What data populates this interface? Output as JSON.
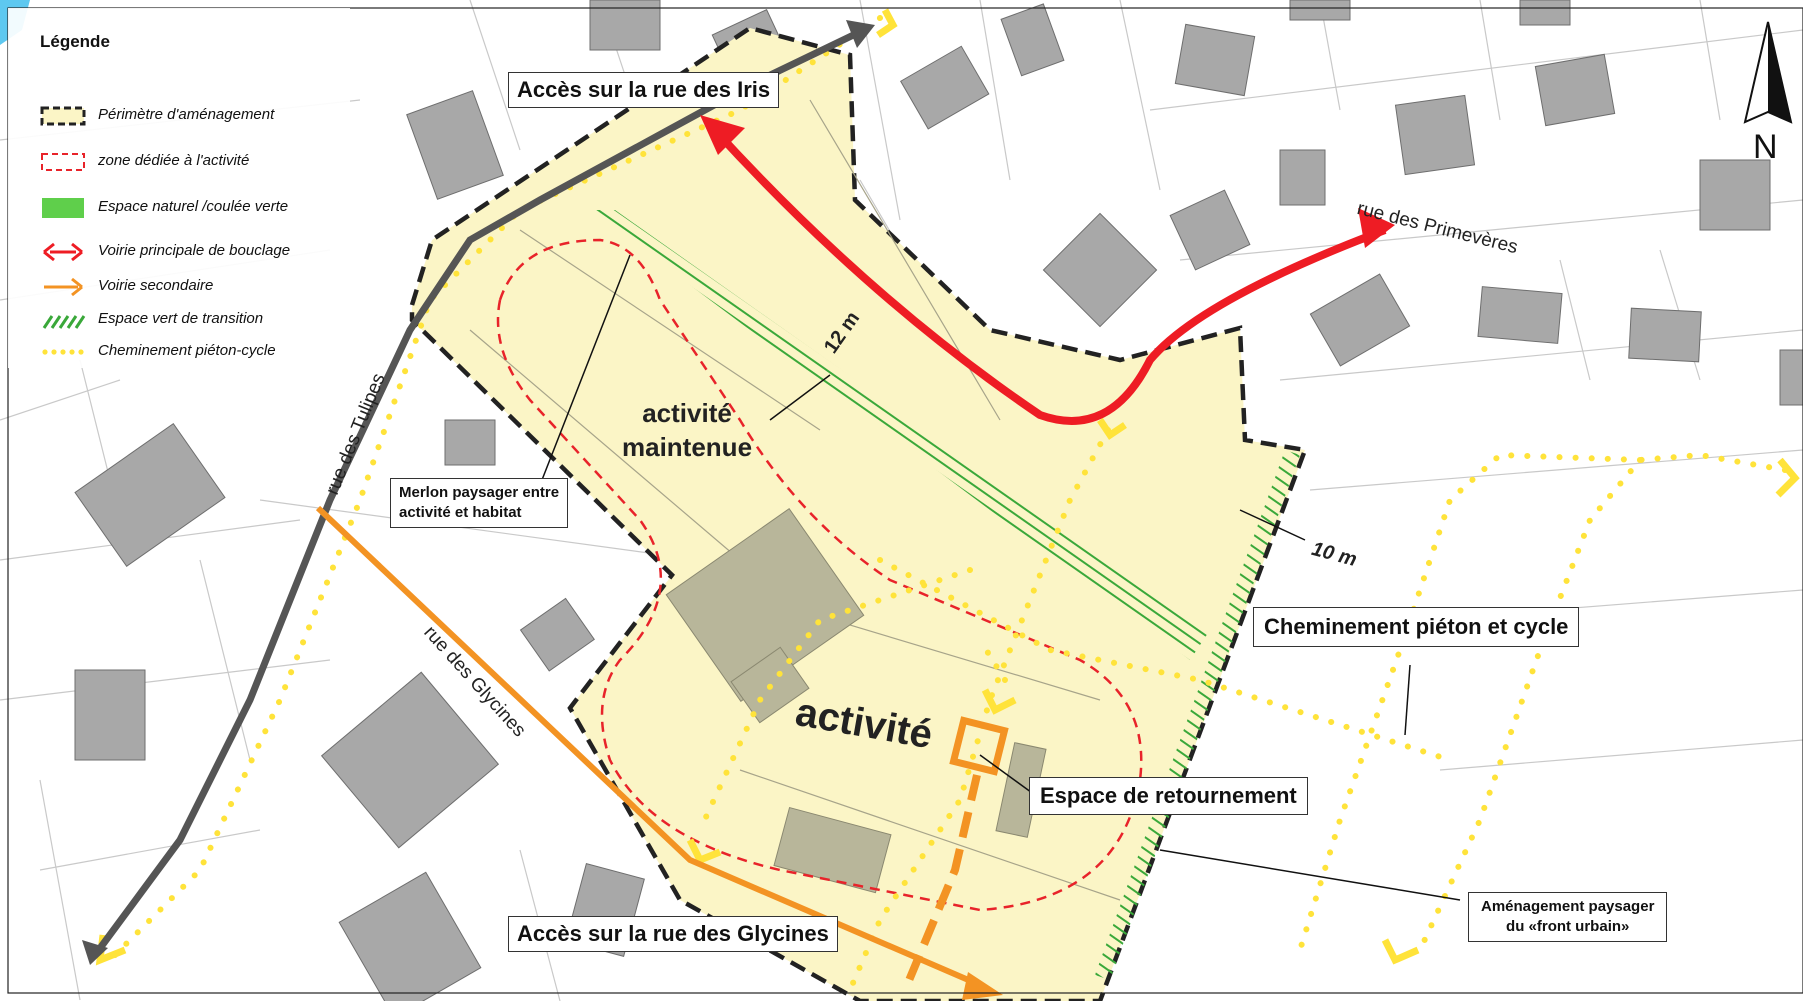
{
  "legend": {
    "title": "Légende",
    "items": [
      {
        "label": "Périmètre d'aménagement",
        "symbol": "dashed-black-box"
      },
      {
        "label": "zone dédiée à l'activité",
        "symbol": "dashed-red-box"
      },
      {
        "label": "Espace naturel /coulée verte",
        "symbol": "green-fill"
      },
      {
        "label": "Voirie principale de bouclage",
        "symbol": "red-double-arrow"
      },
      {
        "label": "Voirie secondaire",
        "symbol": "orange-arrow"
      },
      {
        "label": "Espace vert de transition",
        "symbol": "green-hatch"
      },
      {
        "label": "Cheminement piéton-cycle",
        "symbol": "yellow-dots"
      }
    ]
  },
  "callouts": {
    "acces_iris": "Accès sur la rue des Iris",
    "acces_glycines": "Accès sur la rue des Glycines",
    "merlon_line1": "Merlon paysager entre",
    "merlon_line2": "activité et habitat",
    "cheminement": "Cheminement piéton et cycle",
    "retournement": "Espace de retournement",
    "front_line1": "Aménagement paysager",
    "front_line2": "du «front urbain»"
  },
  "labels": {
    "activite_maintenue_line1": "activité",
    "activite_maintenue_line2": "maintenue",
    "activite": "activité",
    "dist_12": "12 m",
    "dist_10": "10 m",
    "rue_primeveres": "rue des Primevères",
    "rue_tulipes": "rue des Tulipes",
    "rue_glycines": "rue des Glycines"
  },
  "compass": {
    "north_label": "N",
    "icon": "north-arrow-icon"
  },
  "colors": {
    "perimeter_fill": "#fbf5c6",
    "perimeter_line": "#222222",
    "activity_zone": "#e8232a",
    "green_space": "#5fcf4b",
    "main_road": "#ee1c24",
    "secondary_road": "#f39323",
    "footpath": "#ffe33a",
    "building": "#a8a8a8",
    "old_building": "#b8b69a",
    "water": "#5ec8f0"
  }
}
